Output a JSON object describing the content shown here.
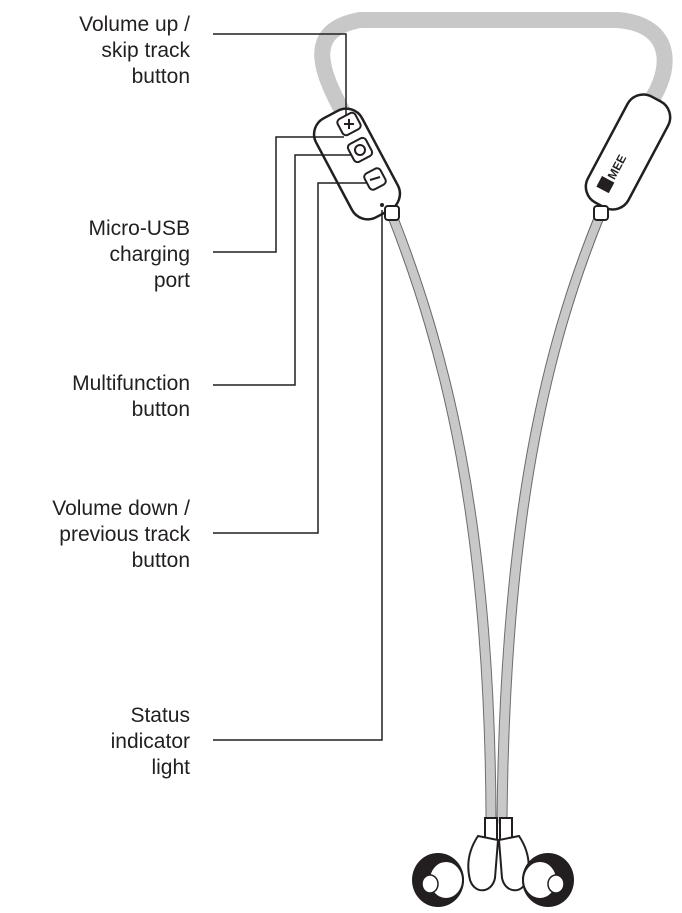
{
  "brand": "MEE",
  "colors": {
    "cable": "#c8c8c8",
    "outline": "#231f20",
    "housing": "#ffffff",
    "ear_tip": "#231f20",
    "leader_line": "#231f20"
  },
  "callouts": [
    {
      "id": "volume-up",
      "lines": [
        "Volume up /",
        "skip track",
        "button"
      ]
    },
    {
      "id": "usb-port",
      "lines": [
        "Micro-USB",
        "charging",
        "port"
      ]
    },
    {
      "id": "multifunction",
      "lines": [
        "Multifunction",
        "button"
      ]
    },
    {
      "id": "volume-down",
      "lines": [
        "Volume down /",
        "previous track",
        "button"
      ]
    },
    {
      "id": "status-light",
      "lines": [
        "Status",
        "indicator",
        "light"
      ]
    }
  ]
}
